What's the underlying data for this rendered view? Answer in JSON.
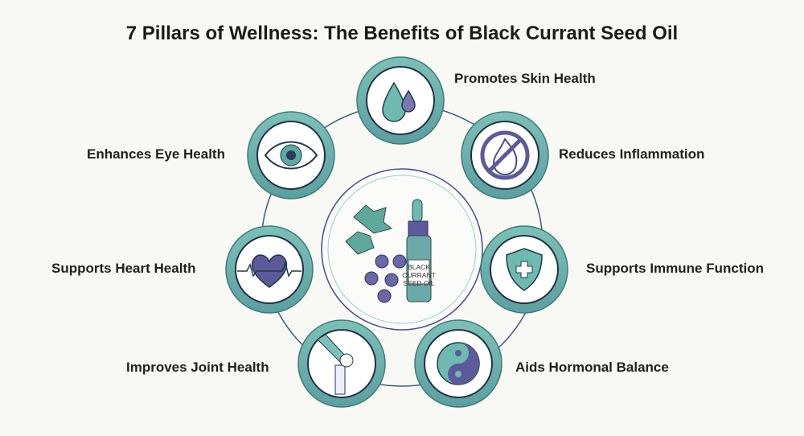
{
  "title": "7 Pillars of Wellness: The Benefits of Black Currant Seed Oil",
  "center": {
    "bottle_label": [
      "BLACK",
      "CURRANT",
      "SEED OIL"
    ]
  },
  "pillars": [
    {
      "label": "Promotes Skin Health",
      "icon": "water-drop-icon"
    },
    {
      "label": "Reduces Inflammation",
      "icon": "no-flame-icon"
    },
    {
      "label": "Supports Immune Function",
      "icon": "shield-cross-icon"
    },
    {
      "label": "Aids Hormonal Balance",
      "icon": "yin-yang-icon"
    },
    {
      "label": "Improves Joint Health",
      "icon": "knee-joint-icon"
    },
    {
      "label": "Supports Heart Health",
      "icon": "heart-icon"
    },
    {
      "label": "Enhances Eye Health",
      "icon": "eye-icon"
    }
  ],
  "colors": {
    "teal": "#5fa9a0",
    "purple": "#4b4b8c",
    "ring": "#3f4f7a"
  }
}
